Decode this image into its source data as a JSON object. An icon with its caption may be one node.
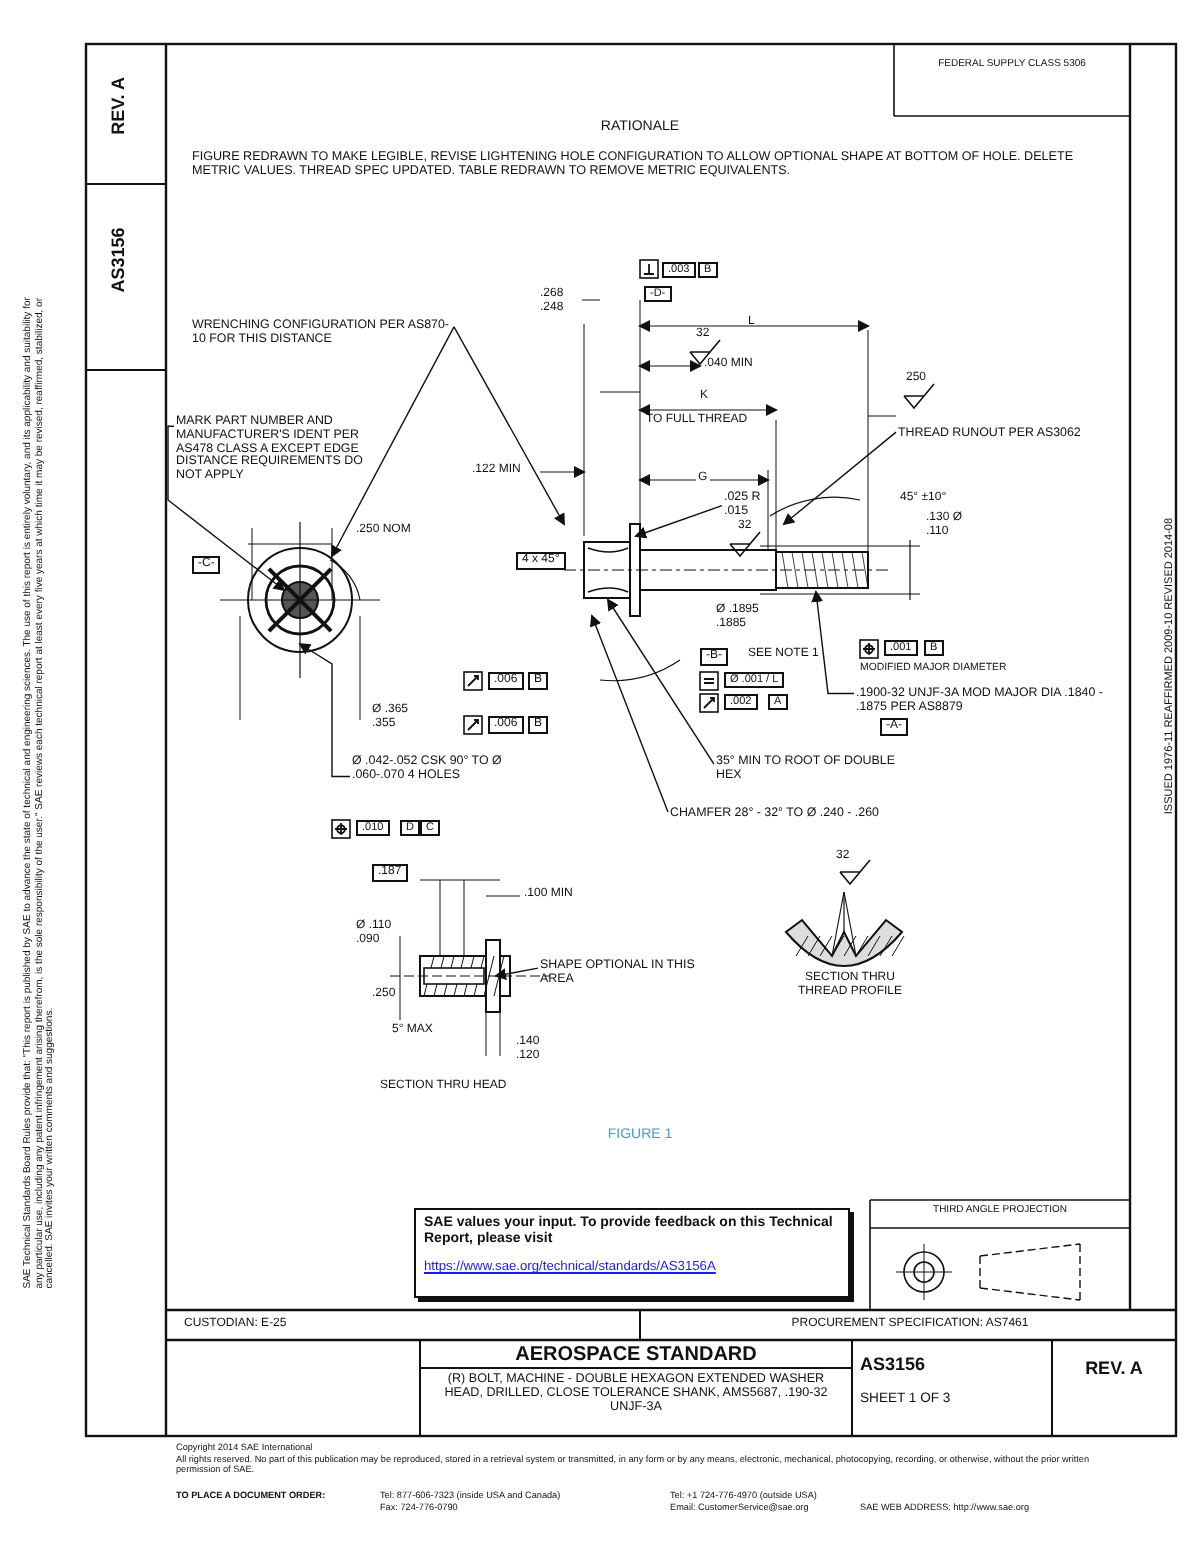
{
  "diagram": {
    "caption": "FIGURE 1",
    "nodes": [
      {
        "text": [
          "WRENCHING CONFIGURATION PER AS870-10 FOR THIS DISTANCE"
        ]
      },
      {
        "text": [
          "MARK PART NUMBER AND MANUFACTURER'S IDENT PER AS478 CLASS A EXCEPT EDGE DISTANCE REQUIREMENTS DO NOT APPLY"
        ]
      },
      {
        "text": [
          "THREAD RUNOUT PER AS3062"
        ]
      },
      {
        "text": [
          ".025 R .015"
        ]
      },
      {
        "text": [
          ".1900-32 UNJF-3A MOD MAJOR DIA .1840 - .1875 PER AS8879"
        ]
      },
      {
        "text": [
          "Ø .042-.052 CSK 90° TO Ø .060-.070 4 HOLES"
        ]
      },
      {
        "text": [
          "35° MIN TO ROOT OF DOUBLE HEX"
        ]
      },
      {
        "text": [
          "CHAMFER 28° - 32° TO Ø .240 - .260"
        ]
      },
      {
        "text": [
          "SHAPE OPTIONAL IN THIS AREA"
        ]
      },
      {
        "text": [],
        "shape": "picture"
      },
      {
        "text": [],
        "shape": "picture"
      },
      {
        "text": [],
        "shape": "picture"
      }
    ],
    "edges": [
      {
        "from": 0,
        "to": 10,
        "arrow": "to"
      },
      {
        "from": 0,
        "to": 9,
        "arrow": "to"
      },
      {
        "from": 1,
        "to": 9,
        "arrow": "to"
      },
      {
        "from": 2,
        "to": 10,
        "arrow": "to"
      },
      {
        "from": 3,
        "to": 10,
        "arrow": "to"
      },
      {
        "from": 4,
        "to": 10,
        "arrow": "to"
      },
      {
        "from": 5,
        "to": 9,
        "arrow": "to"
      },
      {
        "from": 6,
        "to": 10,
        "arrow": "to"
      },
      {
        "from": 7,
        "to": 10,
        "arrow": "to"
      },
      {
        "from": 8,
        "to": 11,
        "arrow": "to"
      }
    ],
    "labels": [
      "REV. A",
      "AS3156",
      "FEDERAL SUPPLY CLASS 5306",
      "RATIONALE",
      "FIGURE REDRAWN TO MAKE LEGIBLE, REVISE LIGHTENING HOLE CONFIGURATION TO ALLOW OPTIONAL SHAPE AT BOTTOM OF HOLE. DELETE METRIC VALUES. THREAD SPEC UPDATED. TABLE REDRAWN TO REMOVE METRIC EQUIVALENTS.",
      ".003",
      "B",
      "-D-",
      ".268 .248",
      "L",
      "32",
      ".040 MIN",
      "K",
      "TO FULL THREAD",
      "250",
      ".122 MIN",
      "G",
      "45° ±10°",
      ".130 Ø .110",
      "32",
      "-C-",
      ".250 NOM",
      "4 x 45°",
      ".006",
      "B",
      "Ø .365 .355",
      ".006",
      "B",
      ".010",
      "D",
      "C",
      ".001",
      "B",
      "MODIFIED MAJOR DIAMETER",
      "Ø .1895 .1885",
      "-B-",
      "SEE NOTE 1",
      "Ø .001 / L",
      ".002",
      "A",
      "-A-",
      ".187",
      ".100 MIN",
      "32",
      "Ø .110 .090",
      ".250",
      "5° MAX",
      ".140 .120",
      "SECTION THRU HEAD",
      "SECTION THRU THREAD PROFILE",
      "SAE values your input. To provide feedback on this Technical Report, please visit",
      "https://www.sae.org/technical/standards/AS3156A",
      "THIRD ANGLE PROJECTION",
      "CUSTODIAN: E-25",
      "PROCUREMENT SPECIFICATION: AS7461",
      "AEROSPACE STANDARD",
      "(R) BOLT, MACHINE - DOUBLE HEXAGON EXTENDED WASHER HEAD, DRILLED, CLOSE TOLERANCE SHANK, AMS5687, .190-32 UNJF-3A",
      "AS3156",
      "SHEET 1 OF 3",
      "REV. A",
      "Copyright 2014 SAE International",
      "All rights reserved. No part of this publication may be reproduced, stored in a retrieval system or transmitted, in any form or by any means, electronic, mechanical, photocopying, recording, or otherwise, without the prior written permission of SAE.",
      "TO PLACE A DOCUMENT ORDER:",
      "Tel: 877-606-7323 (inside USA and Canada)",
      "Fax: 724-776-0790",
      "Tel: +1 724-776-4970 (outside USA)",
      "Email: CustomerService@sae.org",
      "SAE WEB ADDRESS: http://www.sae.org",
      "SAE Technical Standards Board Rules provide that: \"This report is published by SAE to advance the state of technical and engineering sciences. The use of this report is entirely voluntary, and its applicability and suitability for any particular use, including any patent infringement arising therefrom, is the sole responsibility of the user.\" SAE reviews each technical report at least every five years at which time it may be revised, reaffirmed, stabilized, or cancelled. SAE invites your written comments and suggestions.",
      "ISSUED 1976-11 REAFFIRMED 2009-10 REVISED 2014-08"
    ]
  }
}
